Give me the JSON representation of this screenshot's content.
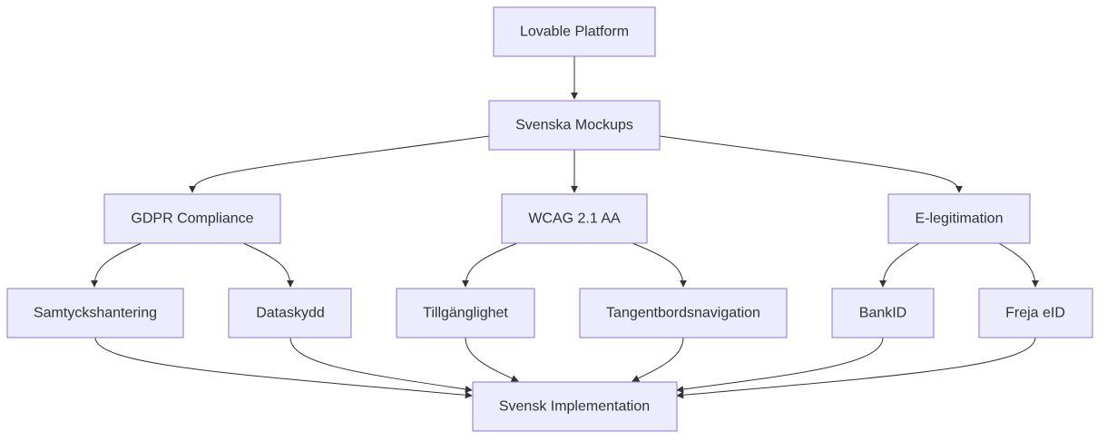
{
  "diagram": {
    "nodes": {
      "lovable": "Lovable Platform",
      "mockups": "Svenska Mockups",
      "gdpr": "GDPR Compliance",
      "wcag": "WCAG 2.1 AA",
      "elegit": "E-legitimation",
      "samtycke": "Samtyckshantering",
      "dataskydd": "Dataskydd",
      "tillganglighet": "Tillgänglighet",
      "tangentbord": "Tangentbordsnavigation",
      "bankid": "BankID",
      "freja": "Freja eID",
      "impl": "Svensk Implementation"
    },
    "edges": [
      {
        "from": "lovable",
        "to": "mockups"
      },
      {
        "from": "mockups",
        "to": "gdpr"
      },
      {
        "from": "mockups",
        "to": "wcag"
      },
      {
        "from": "mockups",
        "to": "elegit"
      },
      {
        "from": "gdpr",
        "to": "samtycke"
      },
      {
        "from": "gdpr",
        "to": "dataskydd"
      },
      {
        "from": "wcag",
        "to": "tillganglighet"
      },
      {
        "from": "wcag",
        "to": "tangentbord"
      },
      {
        "from": "elegit",
        "to": "bankid"
      },
      {
        "from": "elegit",
        "to": "freja"
      },
      {
        "from": "samtycke",
        "to": "impl"
      },
      {
        "from": "dataskydd",
        "to": "impl"
      },
      {
        "from": "tillganglighet",
        "to": "impl"
      },
      {
        "from": "tangentbord",
        "to": "impl"
      },
      {
        "from": "bankid",
        "to": "impl"
      },
      {
        "from": "freja",
        "to": "impl"
      }
    ]
  }
}
